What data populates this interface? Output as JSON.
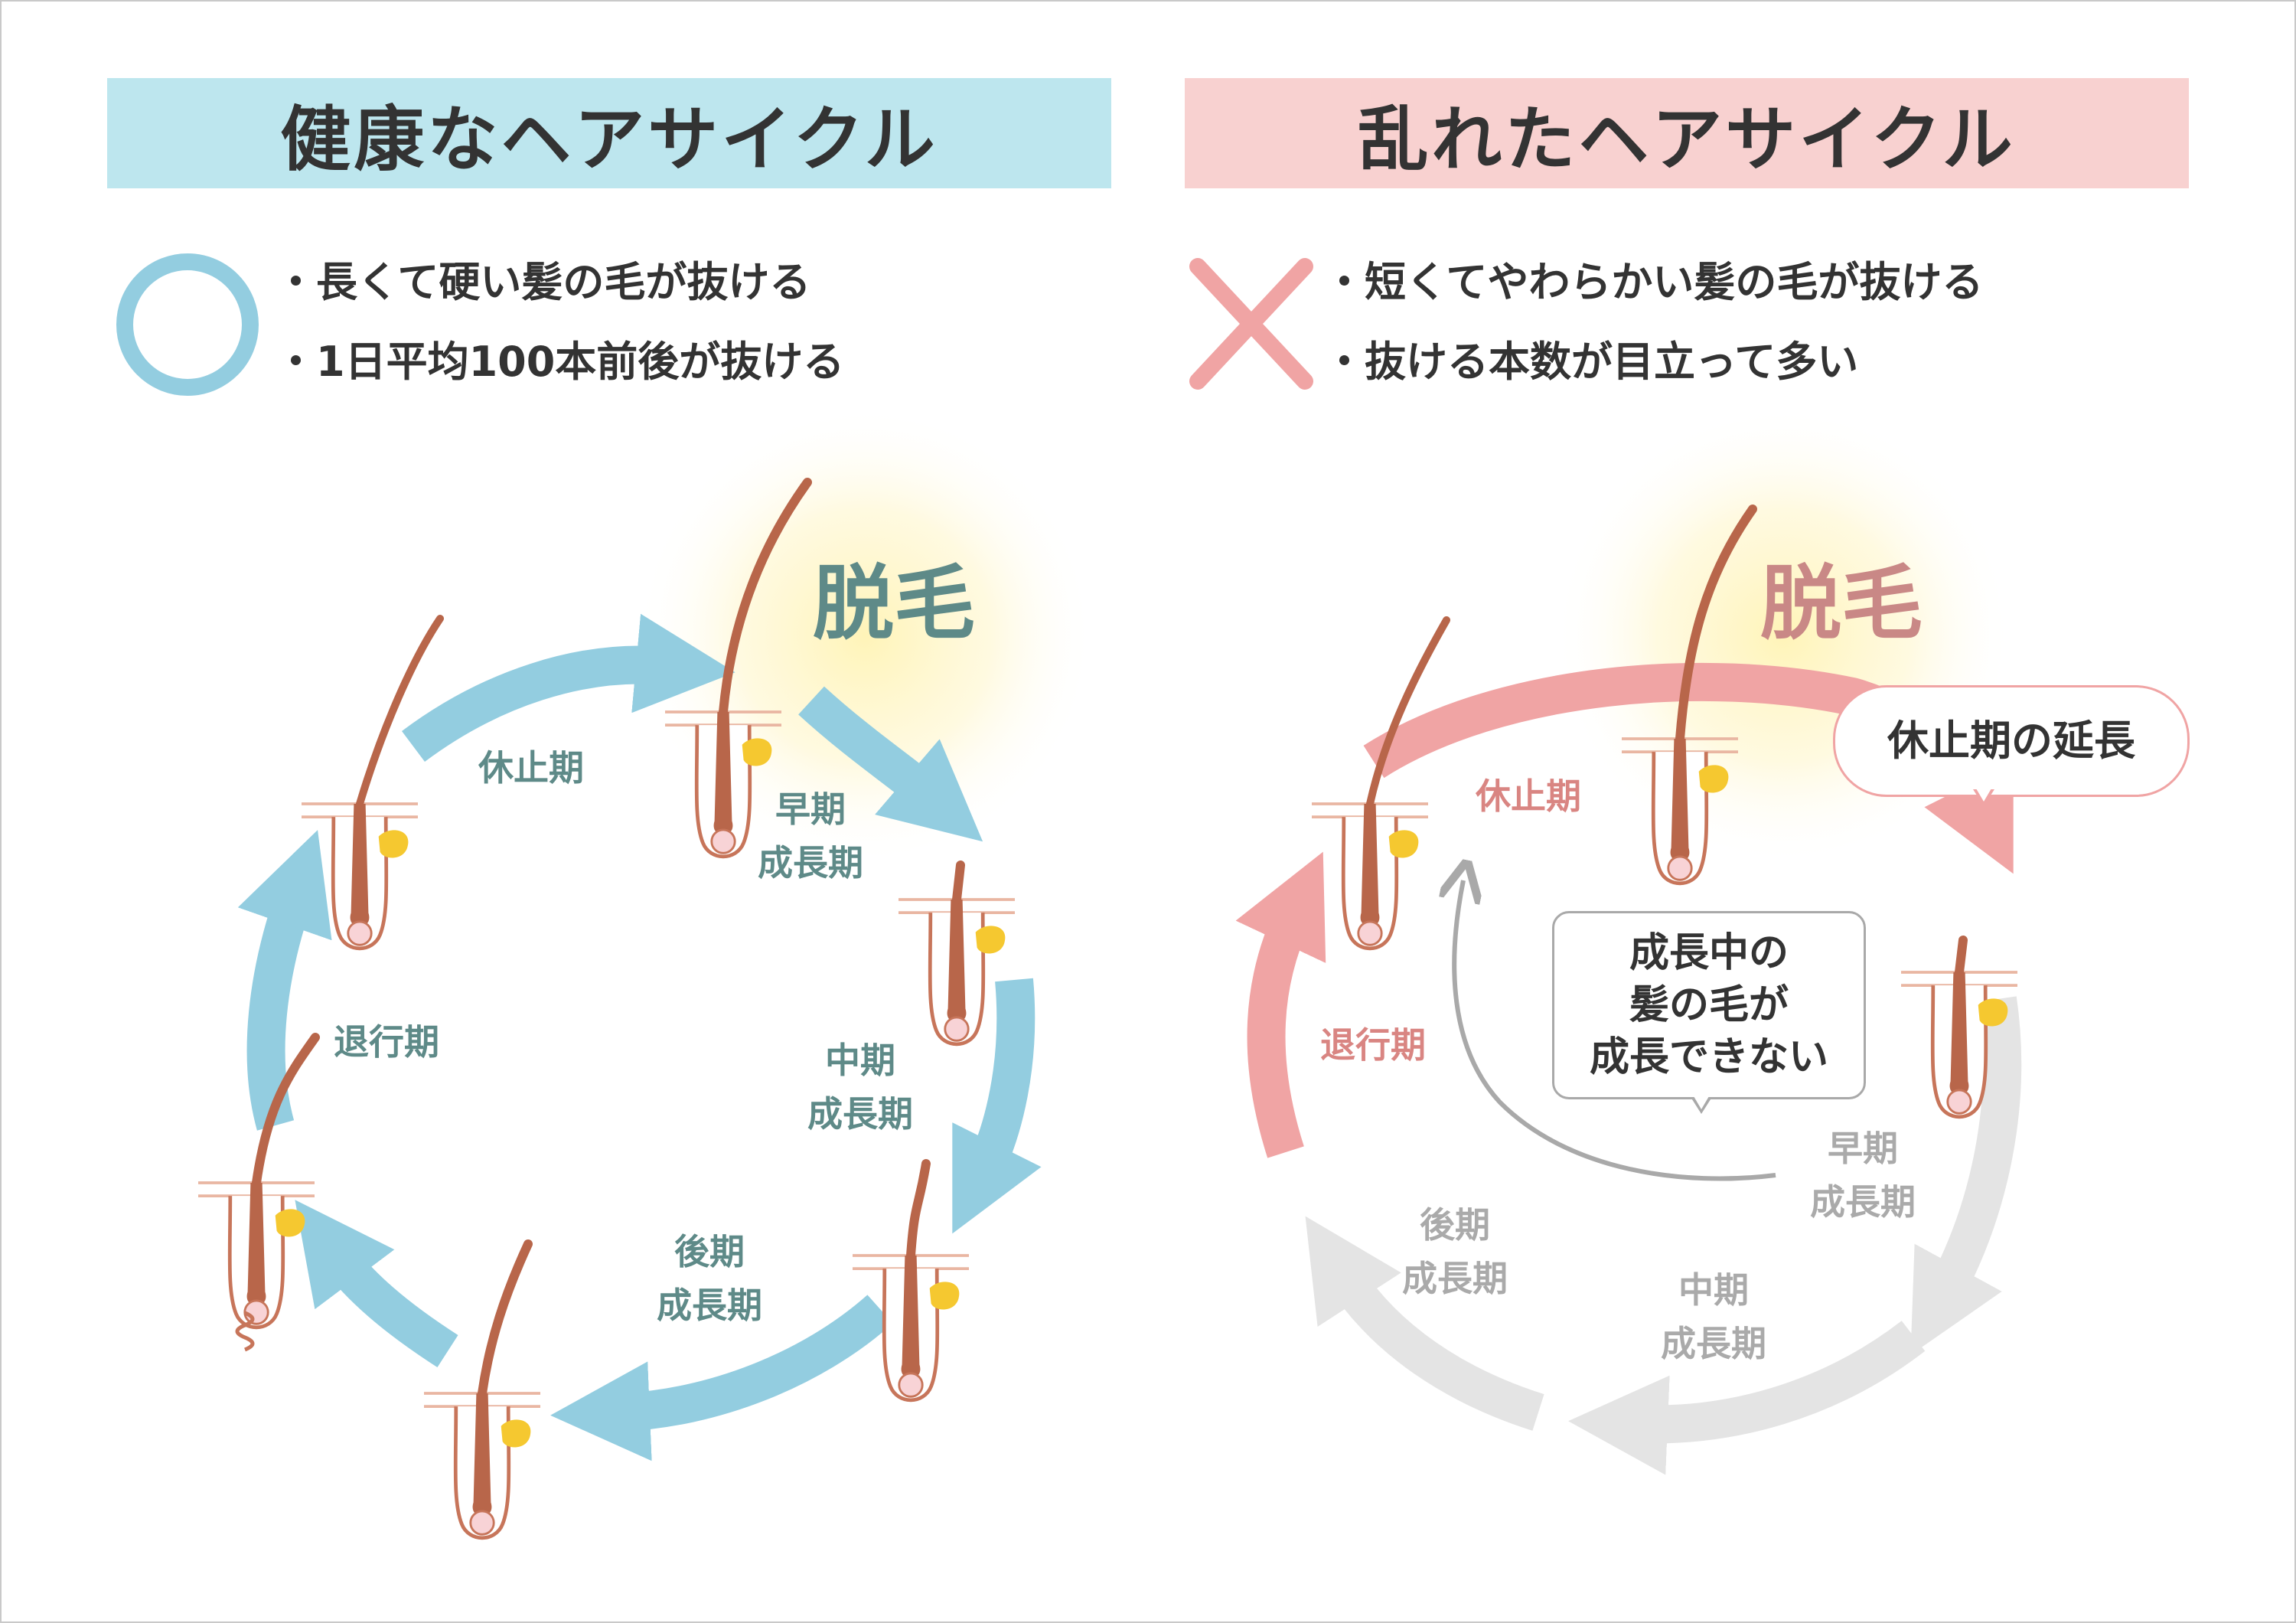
{
  "healthy": {
    "title": "健康なヘアサイクル",
    "mark": "circle-icon",
    "bullets": [
      "長くて硬い髪の毛が抜ける",
      "1日平均100本前後が抜ける"
    ],
    "shedding_label": "脱毛",
    "phases": {
      "rest": "休止期",
      "early_1": "早期",
      "early_2": "成長期",
      "mid_1": "中期",
      "mid_2": "成長期",
      "late_1": "後期",
      "late_2": "成長期",
      "regression": "退行期"
    }
  },
  "disturbed": {
    "title": "乱れたヘアサイクル",
    "mark": "cross-icon",
    "bullets": [
      "短くてやわらかい髪の毛が抜ける",
      "抜ける本数が目立って多い"
    ],
    "shedding_label": "脱毛",
    "callout_rest": "休止期の延長",
    "callout_center_1": "成長中の",
    "callout_center_2": "髪の毛が",
    "callout_center_3": "成長できない",
    "phases": {
      "rest": "休止期",
      "regression": "退行期",
      "early_1": "早期",
      "early_2": "成長期",
      "mid_1": "中期",
      "mid_2": "成長期",
      "late_1": "後期",
      "late_2": "成長期"
    }
  },
  "colors": {
    "teal_arrow": "#93cde0",
    "pink_arrow": "#f0a4a4",
    "gray_arrow": "#e4e4e4",
    "hair": "#b8664a",
    "sebaceous": "#f5c830",
    "glow": "#fff6c0"
  }
}
